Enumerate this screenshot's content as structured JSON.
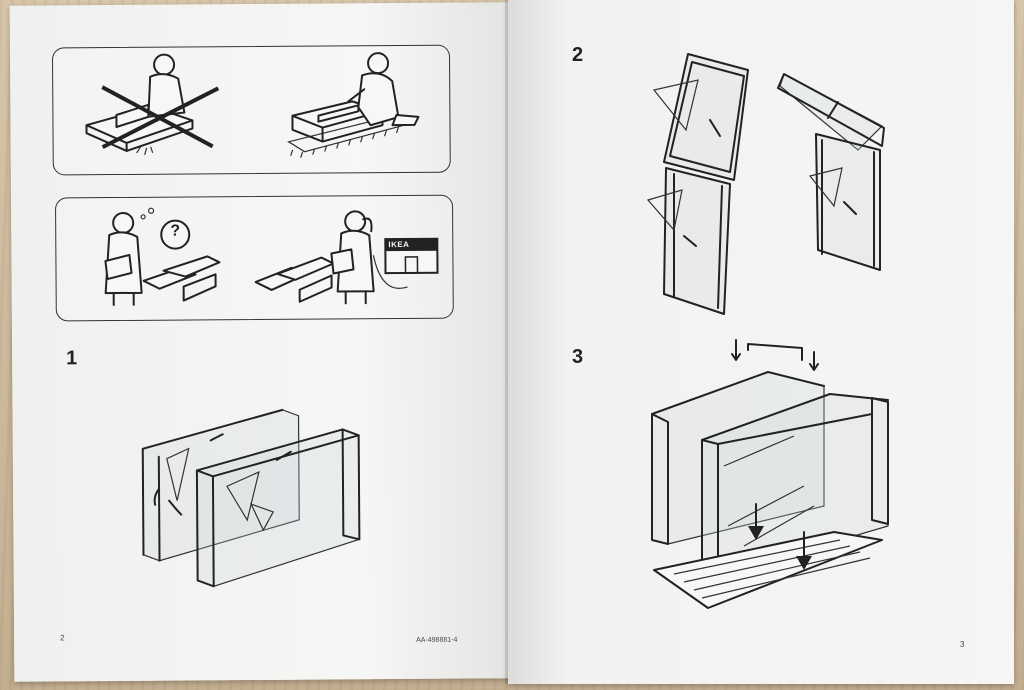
{
  "pages": {
    "left": {
      "step_label": "1",
      "page_number": "2",
      "doc_code": "AA-498881-4"
    },
    "right": {
      "step_2_label": "2",
      "step_3_label": "3",
      "page_number": "3"
    }
  },
  "panels": {
    "handling": {
      "wrong_icon": "cross-icon"
    },
    "help": {
      "question_mark": "?",
      "sign_text": "IKEA"
    }
  },
  "colors": {
    "paper": "#f3f3f1",
    "ink": "#222222",
    "table": "#c9b89e"
  }
}
